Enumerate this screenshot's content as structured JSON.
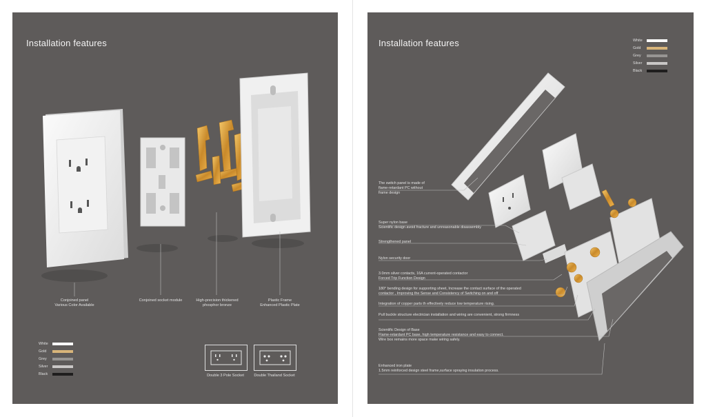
{
  "left": {
    "title": "Installation features",
    "captions": {
      "panel": [
        "Conjoined panel",
        "Various Color Available"
      ],
      "module": [
        "Conjoined socket module"
      ],
      "bronze": [
        "High-precision thickened",
        "phosphor bronze"
      ],
      "frame": [
        "Plastic Frame",
        "Enhanced Plastic Plate"
      ]
    },
    "legend": [
      {
        "label": "White",
        "color": "#ffffff"
      },
      {
        "label": "Gold",
        "color": "#d8b57a"
      },
      {
        "label": "Grey",
        "color": "#979593"
      },
      {
        "label": "Silver",
        "color": "#c9c7c6"
      },
      {
        "label": "Black",
        "color": "#1f1e1e"
      }
    ],
    "socket_types": [
      {
        "label": "Double 3 Pole Socket",
        "icon": "double-3-pole-socket-icon"
      },
      {
        "label": "Double Thailand Socket",
        "icon": "double-thailand-socket-icon"
      }
    ]
  },
  "right": {
    "title": "Installation features",
    "legend": [
      {
        "label": "White",
        "color": "#ffffff"
      },
      {
        "label": "Gold",
        "color": "#d8b57a"
      },
      {
        "label": "Grey",
        "color": "#979593"
      },
      {
        "label": "Silver",
        "color": "#c9c7c6"
      },
      {
        "label": "Black",
        "color": "#1f1e1e"
      }
    ],
    "features": [
      {
        "lines": [
          "The switch panel is made of",
          "flame-retardant PC without",
          "frame design"
        ]
      },
      {
        "lines": [
          "Super nylon base",
          "Scientific design avoid fracture and unreasonable disassembly"
        ]
      },
      {
        "lines": [
          "Strengthened panel"
        ]
      },
      {
        "lines": [
          "Nylon security door"
        ]
      },
      {
        "lines": [
          "3.0mm silver contacts, 16A current-operated contactor",
          "Forced Trip Function Design"
        ]
      },
      {
        "lines": [
          "180° bending design for supporting sheet, Increase the contact surface of the operated",
          "contactor , Improving the Sense and Consistency of Switching on and off"
        ]
      },
      {
        "lines": [
          "Integration of copper parts th effectively reduce low temperature rising."
        ]
      },
      {
        "lines": [
          "Pull buckle structure electrician installation and wiring are convenient, strong firmness"
        ]
      },
      {
        "lines": [
          "Scientific Design of Base",
          "Flame-retardant PC base, high temperature resistance and easy to connect.",
          "Wire box remains more space make wiring safely."
        ]
      },
      {
        "lines": [
          "Enhanced iron plate",
          "1.5mm reinforced design steel frame,surface spraying insulation process."
        ]
      }
    ]
  }
}
